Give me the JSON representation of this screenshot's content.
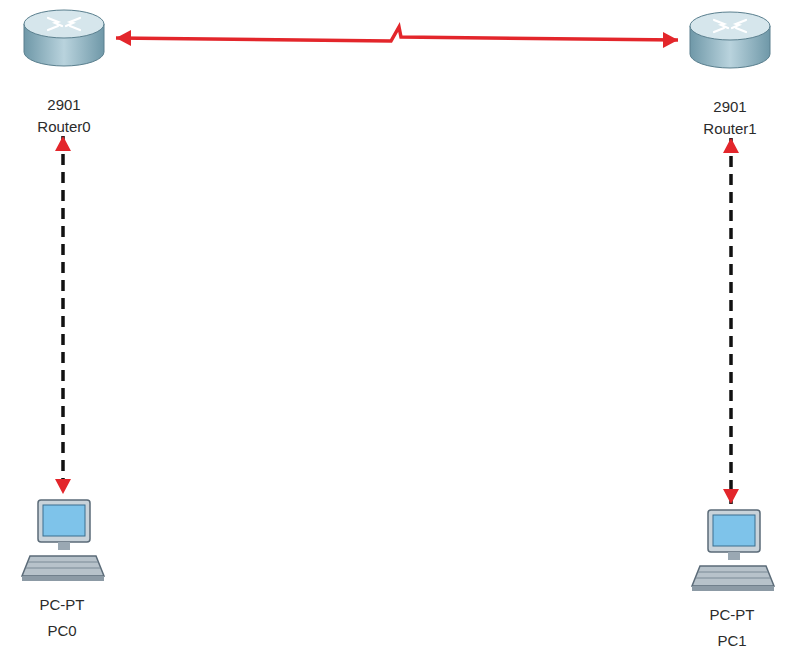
{
  "diagram": {
    "nodes": [
      {
        "text": [
          "2901",
          "Router0"
        ]
      },
      {
        "text": [
          "2901",
          "Router1"
        ]
      },
      {
        "text": [
          "PC-PT",
          "PC0"
        ]
      },
      {
        "text": [
          "PC-PT",
          "PC1"
        ]
      }
    ],
    "edges": [
      {
        "from": 0,
        "to": 1,
        "arrow": "both"
      },
      {
        "from": 0,
        "to": 2,
        "arrow": "both"
      },
      {
        "from": 1,
        "to": 3,
        "arrow": "both"
      }
    ]
  }
}
